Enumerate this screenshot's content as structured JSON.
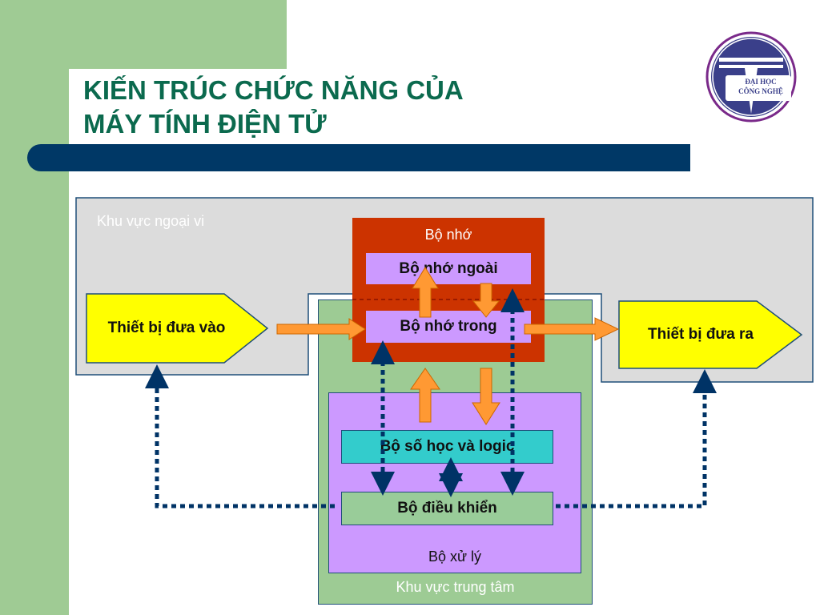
{
  "title_line1": "KIẾN TRÚC CHỨC NĂNG CỦA",
  "title_line2": "MÁY TÍNH ĐIỆN TỬ",
  "logo": {
    "line1": "ĐẠI HỌC",
    "line2": "CÔNG NGHỆ"
  },
  "diagram": {
    "peripheral_area": "Khu vực ngoại vi",
    "central_area": "Khu vực trung tâm",
    "memory": "Bộ nhớ",
    "external_memory": "Bộ nhớ ngoài",
    "internal_memory": "Bộ nhớ trong",
    "input_device": "Thiết bị đưa vào",
    "output_device": "Thiết bị đưa ra",
    "processor": "Bộ xử lý",
    "alu": "Bộ số học và logic",
    "control_unit": "Bộ điều khiển"
  },
  "colors": {
    "title": "#0b6a4e",
    "peripheral_fill": "#dcdcdc",
    "central_fill": "#9dcb94",
    "memory_fill": "#cc3300",
    "memory_sub_fill": "#cc99ff",
    "device_fill": "#ffff00",
    "processor_fill": "#cc99ff",
    "alu_fill": "#33cccc",
    "control_fill": "#99cc99",
    "data_arrow": "#ff9933",
    "control_arrow": "#003366"
  }
}
